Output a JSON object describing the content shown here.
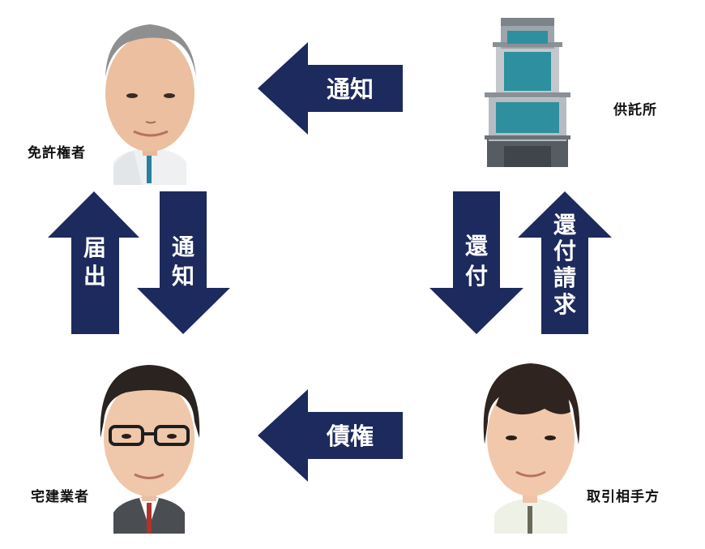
{
  "colors": {
    "arrow": "#1d2a5d",
    "arrow_text": "#ffffff",
    "label": "#111111",
    "building": "#8a8f96",
    "building_window": "#2e8f9e"
  },
  "nodes": {
    "license_holder": {
      "label": "免許権者",
      "icon": "older-man-avatar"
    },
    "deposit_office": {
      "label": "供託所",
      "icon": "office-building-icon"
    },
    "real_estate_agent": {
      "label": "宅建業者",
      "icon": "man-with-glasses-avatar"
    },
    "counterparty": {
      "label": "取引相手方",
      "icon": "young-man-avatar"
    }
  },
  "arrows": {
    "top": {
      "label": "通知",
      "direction": "left"
    },
    "left_up": {
      "label": "届出",
      "direction": "up"
    },
    "left_down": {
      "label": "通知",
      "direction": "down"
    },
    "right_down": {
      "label": "還付",
      "direction": "down"
    },
    "right_up": {
      "label": "還付請求",
      "direction": "up"
    },
    "bottom": {
      "label": "債権",
      "direction": "left"
    }
  }
}
